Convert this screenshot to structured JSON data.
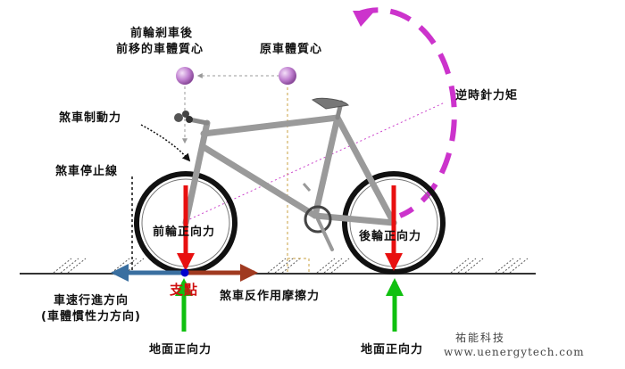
{
  "labels": {
    "front_shifted_cog_line1": "前輪剎車後",
    "front_shifted_cog_line2": "前移的車體質心",
    "original_cog": "原車體質心",
    "counterclockwise_torque": "逆時針力矩",
    "brake_force": "煞車制動力",
    "brake_stop_line": "煞車停止線",
    "front_wheel_normal": "前輪正向力",
    "rear_wheel_normal": "後輪正向力",
    "vehicle_direction_line1": "車速行進方向",
    "vehicle_direction_line2": "(車體慣性力方向)",
    "pivot": "支點",
    "brake_reaction_friction": "煞車反作用摩擦力",
    "ground_normal_front": "地面正向力",
    "ground_normal_rear": "地面正向力"
  },
  "watermark": {
    "name": "祐能科技",
    "url": "www.uenergytech.com"
  },
  "colors": {
    "torque_arc": "#cc33cc",
    "down_force": "#e81010",
    "up_force": "#10c010",
    "inertia_arrow": "#3a6fa0",
    "friction_arrow": "#a03a20",
    "pivot_dot": "#0000cc",
    "cog_ball": "#c080d0",
    "frame": "#9a9a9a"
  }
}
